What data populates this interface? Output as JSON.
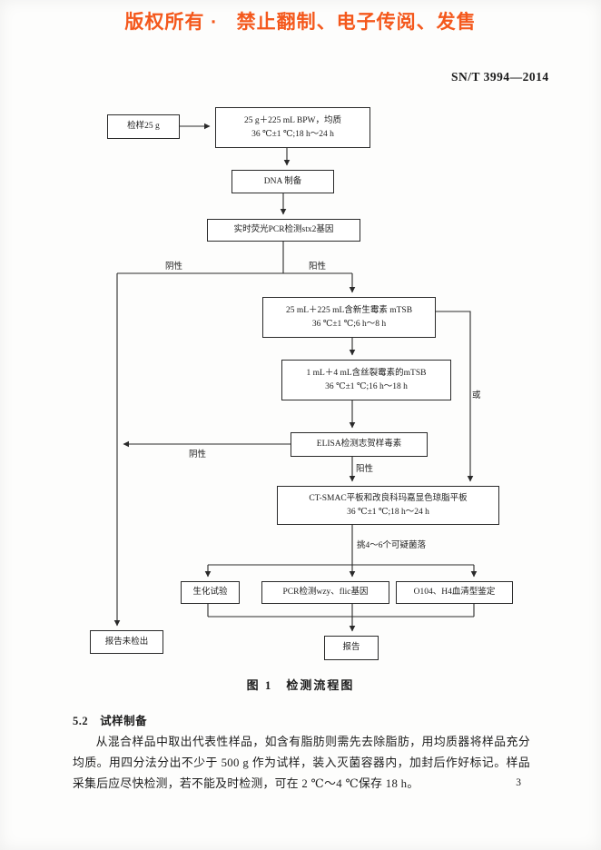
{
  "header": {
    "copyright": "版权所有 ·   禁止翻制、电子传阅、发售",
    "standard_no": "SN/T 3994—2014"
  },
  "colors": {
    "accent_red": "#f4581c",
    "line_color": "#2a2a2a"
  },
  "flowchart": {
    "nodes": {
      "sample": {
        "label": "检样25 g"
      },
      "bpw": {
        "line1": "25 g＋225 mL BPW，均质",
        "line2": "36 ℃±1 ℃;18 h～24 h"
      },
      "dna": {
        "label": "DNA 制备"
      },
      "pcr_stx2": {
        "label": "实时荧光PCR检测stx2基因"
      },
      "mtsb_novobiocin": {
        "line1": "25 mL＋225 mL含新生霉素 mTSB",
        "line2": "36 ℃±1 ℃;6 h～8 h"
      },
      "mtsb_mitomycin": {
        "line1": "1 mL＋4 mL含丝裂霉素的mTSB",
        "line2": "36 ℃±1 ℃;16 h～18 h"
      },
      "elisa": {
        "label": "ELISA检测志贺样毒素"
      },
      "ct_smac": {
        "line1": "CT-SMAC平板和改良科玛嘉显色琼脂平板",
        "line2": "36 ℃±1 ℃;18 h～24 h"
      },
      "biochemical": {
        "label": "生化试验"
      },
      "pcr_wzy_flic": {
        "label": "PCR检测wzy、flic基因"
      },
      "serotype": {
        "label": "O104、H4血清型鉴定"
      },
      "report_negative": {
        "label": "报告未检出"
      },
      "report": {
        "label": "报告"
      }
    },
    "labels": {
      "negative1": "阴性",
      "positive1": "阳性",
      "or": "或",
      "negative2": "阴性",
      "positive2": "阳性",
      "pick_colonies": "挑4～6个可疑菌落"
    },
    "caption": "图 1　检测流程图"
  },
  "section": {
    "heading": "5.2　试样制备",
    "paragraph": "从混合样品中取出代表性样品，如含有脂肪则需先去除脂肪，用均质器将样品充分均质。用四分法分出不少于 500 g 作为试样，装入灭菌容器内，加封后作好标记。样品采集后应尽快检测，若不能及时检测，可在 2 ℃～4 ℃保存 18 h。"
  },
  "page_number": "3"
}
